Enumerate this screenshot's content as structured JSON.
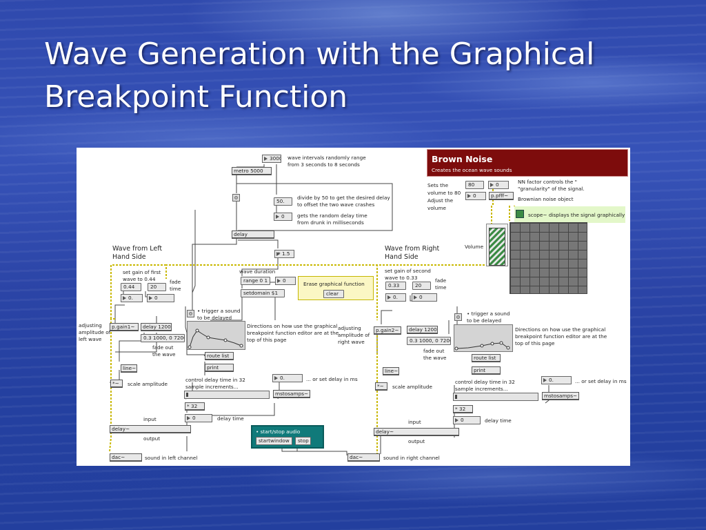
{
  "slide": {
    "title_line1": "Wave Generation with the Graphical",
    "title_line2": "Breakpoint Function"
  },
  "colors": {
    "background": "#2f49ad",
    "title_text": "#ffffff",
    "brown_noise_panel": "#7d0c0c",
    "erase_panel": "#fbf7c4",
    "scope_panel": "#e3f7c9",
    "start_stop_panel": "#107a7a",
    "signal_wire": "#c9b800"
  },
  "patch": {
    "top": {
      "interval_number": "3000",
      "interval_comment_1": "wave intervals randomly range",
      "interval_comment_2": "from 3 seconds to 8 seconds",
      "metro": "metro 5000",
      "divide_number": "50.",
      "divide_comment_1": "divide by 50 to get the desired delay",
      "divide_comment_2": "to offset the two wave crashes",
      "drunk_number": "0",
      "drunk_comment_1": "gets the random delay time",
      "drunk_comment_2": "from drunk in milliseconds",
      "delay": "delay",
      "multiply": "* 1.5",
      "wave_duration": "wave duration",
      "range_msg": "range 0 1",
      "range_number": "0",
      "setdomain_msg": "setdomain $1",
      "erase_comment": "Erase graphical function",
      "clear_msg": "clear"
    },
    "brown": {
      "title": "Brown Noise",
      "subtitle": "Creates the ocean wave sounds",
      "sets_volume_1": "Sets the",
      "sets_volume_2": "volume to 80",
      "sets_volume_3": "Adjust the",
      "sets_volume_4": "volume",
      "volume_number": "80",
      "nn_number": "0",
      "nn_comment_1": "NN factor controls the \"",
      "nn_comment_2": "\"granularity\" of the signal.",
      "out_number": "0",
      "pfff": "p.pfff~",
      "noise_comment": "Brownian noise object",
      "scope_comment": "scope~ displays the signal graphically",
      "volume_label": "Volume"
    },
    "left": {
      "heading_1": "Wave from Left",
      "heading_2": "Hand Side",
      "gain_comment_1": "set gain of first",
      "gain_comment_2": "wave to 0.44",
      "gain_msg": "0.44",
      "fade_msg": "20",
      "fade_comment_1": "fade",
      "fade_comment_2": "time",
      "gain_number": "0.",
      "fade_number": "0",
      "trigger_comment_1": "• trigger a sound",
      "trigger_comment_2": "to be delayed",
      "adjust_comment_1": "adjusting",
      "adjust_comment_2": "amplitude of",
      "adjust_comment_3": "left wave",
      "pgain": "p.gain1~",
      "delay1200": "delay 1200",
      "bpf_msg": "0.3 1000, 0 7200",
      "fade_out_1": "fade out",
      "fade_out_2": "the wave",
      "directions_1": "Directions on how use the graphical",
      "directions_2": "breakpoint function editor are at the",
      "directions_3": "top of this page",
      "route_list": "route list",
      "print": "print",
      "line": "line~",
      "times": "*~",
      "scale_comment": "scale amplitude",
      "control_comment_1": "control delay time in 32",
      "control_comment_2": "sample increments...",
      "delay_number": "0.",
      "set_delay_comment": "... or set delay in ms",
      "mstosamps": "mstosamps~",
      "times32": "* 32",
      "delaytime_number": "0",
      "delaytime_comment": "delay time",
      "input_comment": "input",
      "delay_tilde": "delay~",
      "output_comment": "output",
      "dac": "dac~",
      "sound_comment": "sound in left channel"
    },
    "right": {
      "heading_1": "Wave from Right",
      "heading_2": "Hand Side",
      "gain_comment_1": "set gain of second",
      "gain_comment_2": "wave to 0.33",
      "gain_msg": "0.33",
      "fade_msg": "20",
      "fade_comment_1": "fade",
      "fade_comment_2": "time",
      "gain_number": "0.",
      "fade_number": "0",
      "trigger_comment_1": "• trigger a sound",
      "trigger_comment_2": "to be delayed",
      "adjust_comment_1": "adjusting",
      "adjust_comment_2": "amplitude of",
      "adjust_comment_3": "right wave",
      "pgain": "p.gain2~",
      "delay1200": "delay 1200",
      "bpf_msg": "0.3 1000, 0 7200",
      "fade_out_1": "fade out",
      "fade_out_2": "the wave",
      "directions_1": "Directions on how use the graphical",
      "directions_2": "breakpoint function editor are at the",
      "directions_3": "top of this page",
      "route_list": "route list",
      "print": "print",
      "line": "line~",
      "times": "*~",
      "scale_comment": "scale amplitude",
      "control_comment_1": "control delay time in 32",
      "control_comment_2": "sample increments...",
      "delay_number": "0.",
      "set_delay_comment": "... or set delay in ms",
      "mstosamps": "mstosamps~",
      "times32": "* 32",
      "delaytime_number": "0",
      "delaytime_comment": "delay time",
      "input_comment": "input",
      "delay_tilde": "delay~",
      "output_comment": "output",
      "dac": "dac~",
      "sound_comment": "sound in right channel"
    },
    "center": {
      "start_stop_comment": "• start/stop audio",
      "startwindow": "startwindow",
      "stop": "stop"
    }
  }
}
